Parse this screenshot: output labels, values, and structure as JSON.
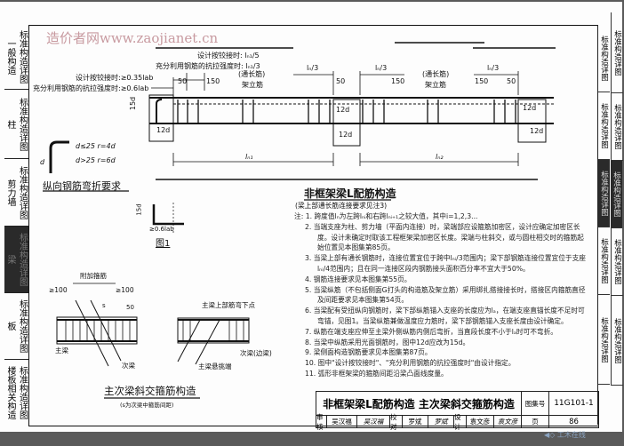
{
  "watermark": "造价者网www.zaojianet.cn",
  "left_sidebar": [
    {
      "label": "一般构造",
      "sub": "标准构造详图"
    },
    {
      "label": "柱",
      "sub": "标准构造详图"
    },
    {
      "label": "剪力墙",
      "sub": "标准构造详图"
    },
    {
      "label": "梁",
      "sub": "标准构造详图",
      "active": true
    },
    {
      "label": "板",
      "sub": "标准构造详图"
    },
    {
      "label": "楼板相关构造",
      "sub": "标准构造详图"
    }
  ],
  "right_tabs": [
    "标准构造详图",
    "标准构造详图",
    "标准构造详图",
    "标准构造详图",
    "标准构造详图",
    "标准构造详图",
    "标准构造详图",
    "标准构造详图",
    "标准构造详图",
    "标准构造详图"
  ],
  "beam_drawing": {
    "top_hinged": "设计按铰接时: lₙ₁/5",
    "top_full": "充分利用钢筋的抗拉强度时: lₙ₁/3",
    "left_hinged": "设计按铰接时:≥0.35lab",
    "left_full": "充分利用钢筋的抗拉强度时:≥0.6lab",
    "through_bar": "(通长筋)",
    "erect_bar": "架立筋",
    "ln3": "lₙ/3",
    "d50": "50",
    "d150": "150",
    "d12": "12d",
    "d15": "15d",
    "ln1": "lₙ₁",
    "ln2": "lₙ₂"
  },
  "bend": {
    "rule1": "d≤25  r=4d",
    "rule2": "d>25  r=6d",
    "d": "d",
    "title": "纵向钢筋弯折要求"
  },
  "fig1": {
    "title": "图1",
    "d15": "15d",
    "anchor": "≥0.6lab"
  },
  "main_title": "非框架梁L配筋构造",
  "main_subtitle": "(梁上部通长筋连接要求见注3)",
  "notes": [
    "注: 1. 跨度值lₙ为左跨lₙᵢ和右跨lₙᵢ₊₁之较大值，其中i=1,2,3...",
    "2. 当端支座为柱、剪力墙（平面内连接）时，梁端部应设箍筋加密区，设计应确定加密区长度。设计未确定时取该工程框架梁加密区长度。梁端与柱斜交，或与圆柱相交时的箍筋起始位置见本图集第85页。",
    "3. 当梁上部有通长钢筋时，连接位置宜位于跨中lₙᵢ/3范围内；梁下部钢筋连接位置宜位于支座lₙᵢ/4范围内；且在同一连接区段内钢筋接头面积百分率不宜大于50%。",
    "4. 钢筋连接要求见本图集第55页。",
    "5. 当梁纵筋（不包括侧面G打头的构造筋及架立筋）采用绑扎搭接接长时，搭接区内箍筋直径及间距要求见本图集第54页。",
    "6. 当梁配有受扭纵向钢筋时，梁下部纵筋锚入支座的长度应为lₐ，在端支座直锚长度不足时可弯锚，见图1。当梁纵筋兼做温度应力筋时，梁下部钢筋锚入支座长度由设计确定。",
    "7. 纵筋在端支座应伸至主梁外侧纵筋内侧后弯折，当直段长度不小于lₐ时可不弯折。",
    "8. 当梁中纵筋采用光面钢筋时，图中12d应改为15d。",
    "9. 梁侧面构造钢筋要求见本图集第87页。",
    "10. 图中\"设计按铰接时\"、\"充分利用钢筋的抗拉强度时\"由设计指定。",
    "11. 弧形非框架梁的箍筋间距沿梁凸面线度量。"
  ],
  "skew": {
    "extra_stirrup": "附加箍筋",
    "ge100": "≥100",
    "s": "s",
    "d50": "50",
    "main_beam": "主梁",
    "sec_beam": "次梁",
    "bend_point": "主梁上部筋弯下点",
    "edge_beam": "次梁(边梁)",
    "cantilever": "主梁悬挑端",
    "title": "主次梁斜交箍筋构造",
    "subtitle": "(s为次梁中箍筋间距)"
  },
  "title_block": {
    "title": "非框架梁L配筋构造 主次梁斜交箍筋构造",
    "atlas_label": "图集号",
    "atlas_no": "11G101-1",
    "review_label": "审核",
    "reviewer": "吴汉福",
    "review_sign": "吴汉福",
    "check_label": "校对",
    "checker": "罗斌",
    "check_sign": "罗斌",
    "design_label": "设计",
    "designer": "袁文彦",
    "design_sign": "袁文彦",
    "page_label": "页",
    "page_no": "86"
  },
  "logo": "工木在线",
  "colors": {
    "watermark": "#c89aa0",
    "dark_tab": "#2a2a2a"
  }
}
